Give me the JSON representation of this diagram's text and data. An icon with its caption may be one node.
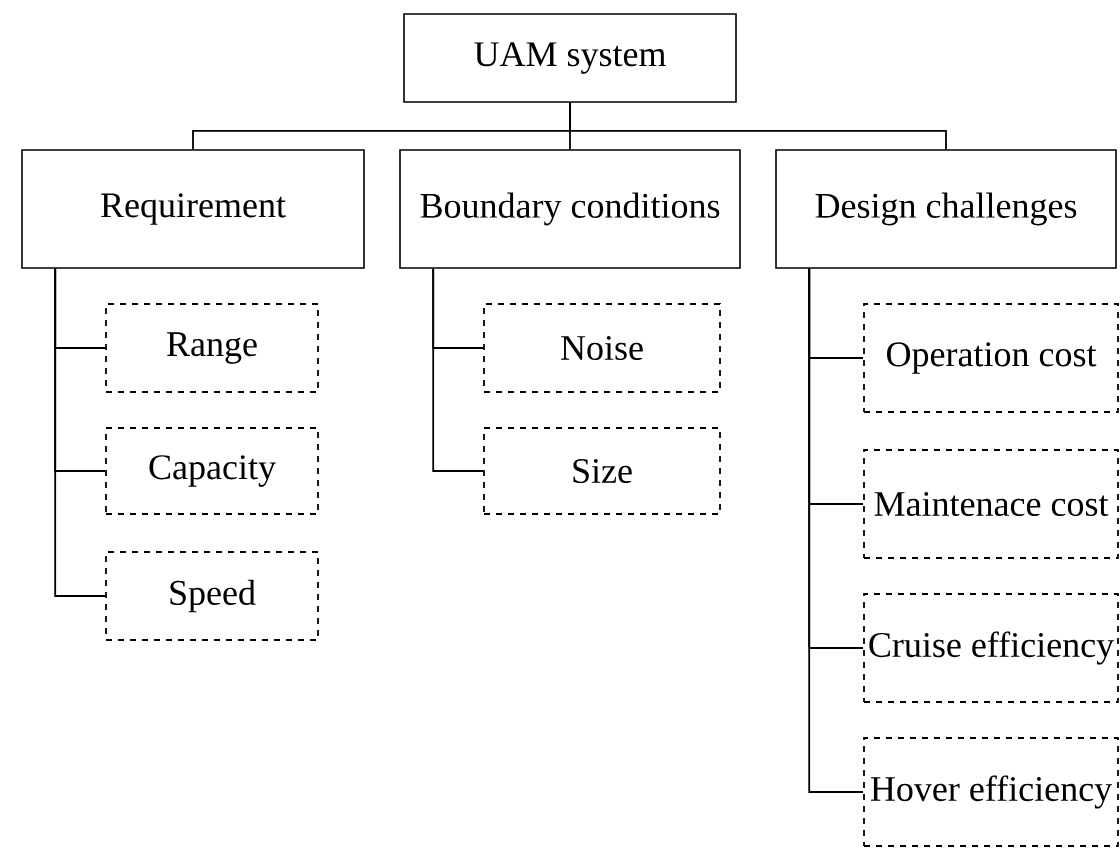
{
  "diagram": {
    "nodes": [
      {
        "text": [
          "UAM system"
        ]
      },
      {
        "text": [
          "Requirement"
        ]
      },
      {
        "text": [
          "Boundary conditions"
        ]
      },
      {
        "text": [
          "Design challenges"
        ]
      },
      {
        "text": [
          "Range"
        ]
      },
      {
        "text": [
          "Capacity"
        ]
      },
      {
        "text": [
          "Speed"
        ]
      },
      {
        "text": [
          "Noise"
        ]
      },
      {
        "text": [
          "Size"
        ]
      },
      {
        "text": [
          "Operation cost"
        ]
      },
      {
        "text": [
          "Maintenace cost"
        ]
      },
      {
        "text": [
          "Cruise efficiency"
        ]
      },
      {
        "text": [
          "Hover efficiency"
        ]
      }
    ],
    "edges": [
      {
        "from": 0,
        "to": 1,
        "arrow": "none"
      },
      {
        "from": 0,
        "to": 2,
        "arrow": "none"
      },
      {
        "from": 0,
        "to": 3,
        "arrow": "none"
      },
      {
        "from": 1,
        "to": 4,
        "arrow": "none"
      },
      {
        "from": 1,
        "to": 5,
        "arrow": "none"
      },
      {
        "from": 1,
        "to": 6,
        "arrow": "none"
      },
      {
        "from": 2,
        "to": 7,
        "arrow": "none"
      },
      {
        "from": 2,
        "to": 8,
        "arrow": "none"
      },
      {
        "from": 3,
        "to": 9,
        "arrow": "none"
      },
      {
        "from": 3,
        "to": 10,
        "arrow": "none"
      },
      {
        "from": 3,
        "to": 11,
        "arrow": "none"
      },
      {
        "from": 3,
        "to": 12,
        "arrow": "none"
      }
    ]
  }
}
